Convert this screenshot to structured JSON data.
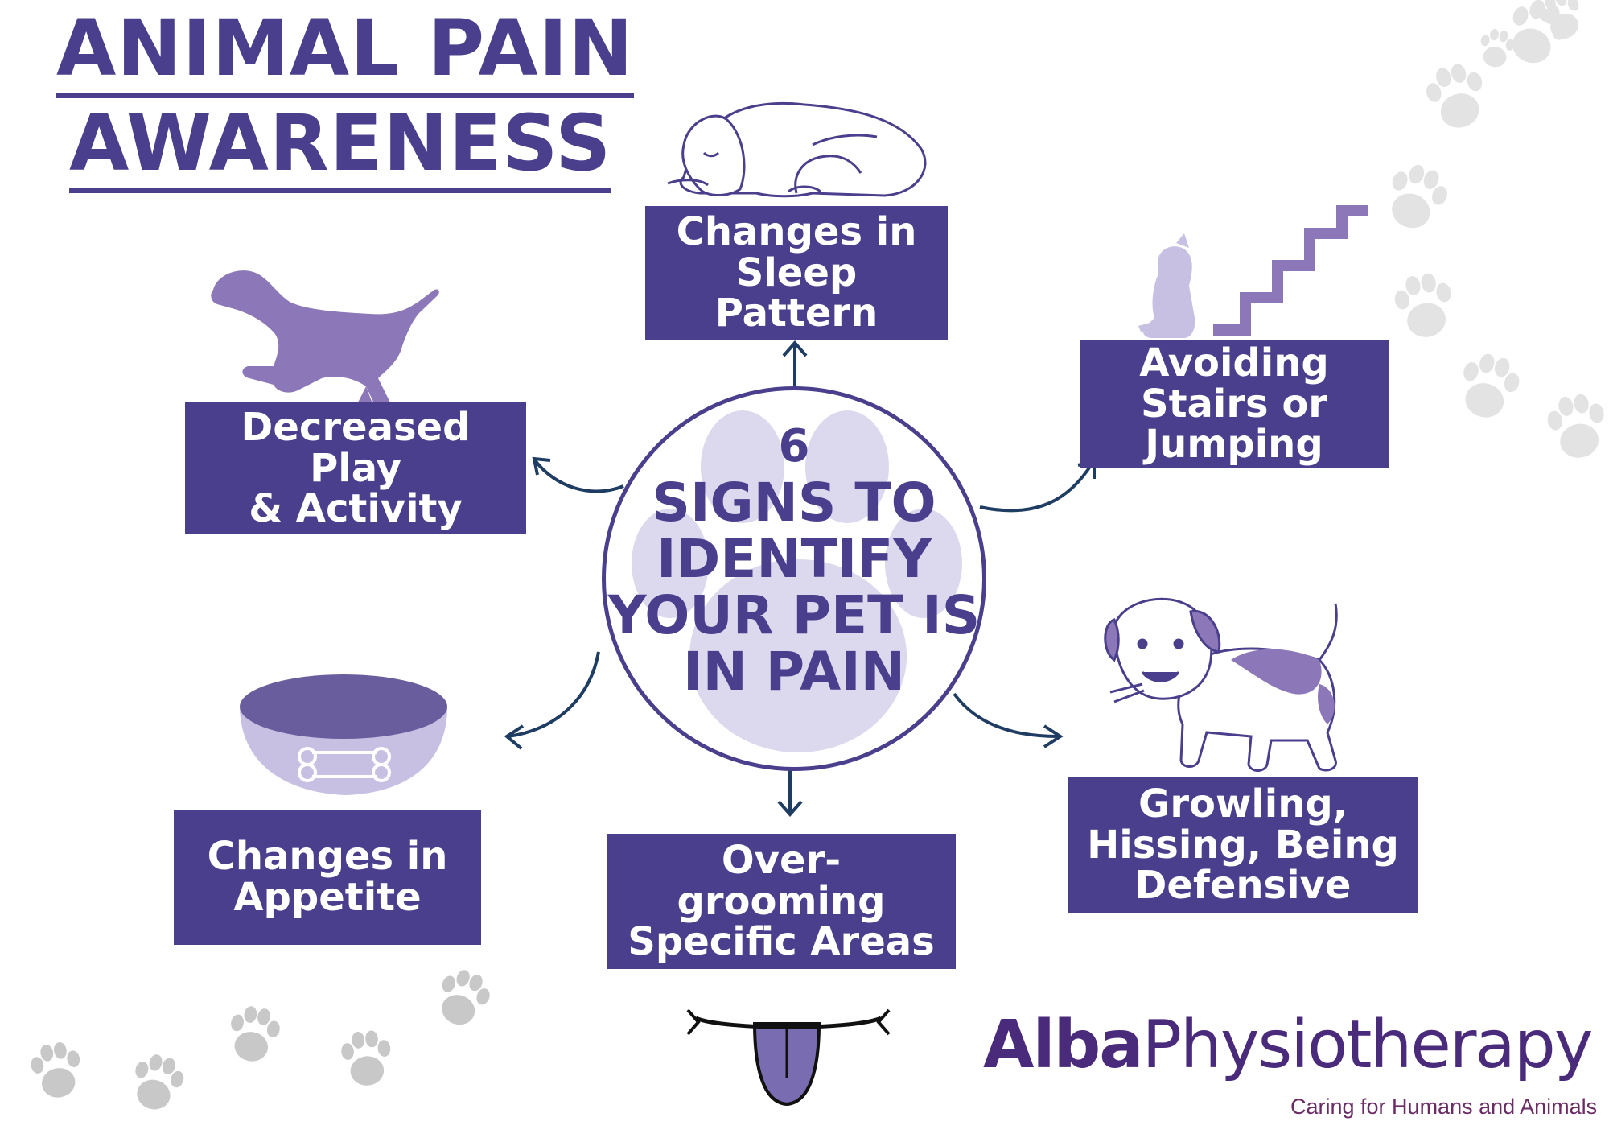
{
  "title": {
    "line1": "ANIMAL PAIN",
    "line2": "AWARENESS"
  },
  "center": {
    "number": "6",
    "line1": "SIGNS TO",
    "line2": "IDENTIFY",
    "line3": "YOUR PET IS",
    "line4": "IN PAIN"
  },
  "signs": {
    "sleep": {
      "line1": "Changes in",
      "line2": "Sleep Pattern"
    },
    "play": {
      "line1": "Decreased Play",
      "line2": "& Activity"
    },
    "stairs": {
      "line1": "Avoiding",
      "line2": "Stairs or",
      "line3": "Jumping"
    },
    "appetite": {
      "line1": "Changes in",
      "line2": "Appetite"
    },
    "grooming": {
      "line1": "Over-",
      "line2": "grooming",
      "line3": "Specific Areas"
    },
    "growling": {
      "line1": "Growling,",
      "line2": "Hissing, Being",
      "line3": "Defensive"
    }
  },
  "logo": {
    "alba": "Alba",
    "physio": "Physiotherapy",
    "tagline": "Caring for Humans and Animals"
  },
  "colors": {
    "primary": "#4a3f8c",
    "light_purple": "#8c77b8",
    "pale_purple": "#c8c0e2",
    "arrow": "#1f3d63",
    "paw_gray": "#e0e0e0"
  },
  "icons": [
    "sleeping-dog-icon",
    "running-dog-icon",
    "dog-on-stairs-icon",
    "food-bowl-icon",
    "tongue-icon",
    "growling-puppy-icon",
    "paw-print-icon"
  ]
}
